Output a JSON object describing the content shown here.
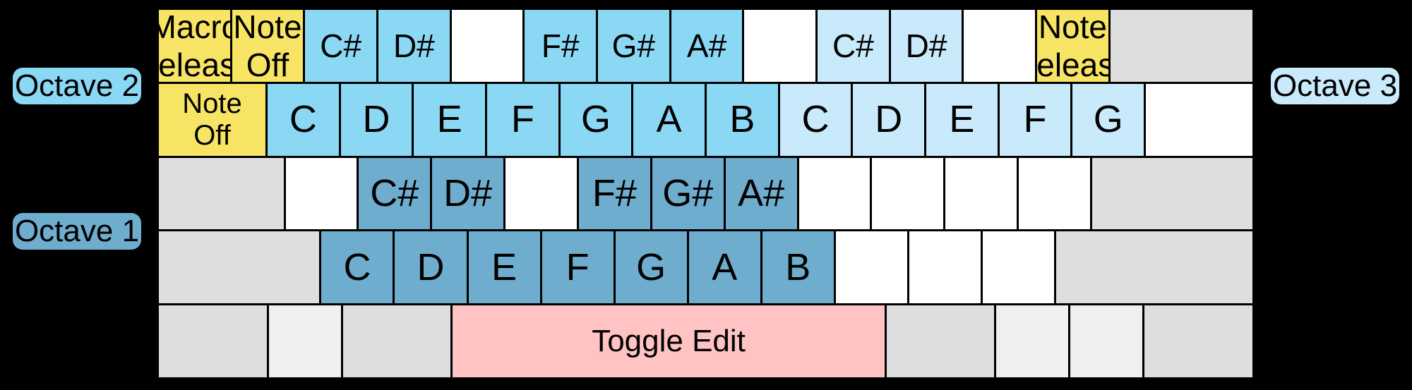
{
  "colors": {
    "background": "#000000",
    "white_key": "#ffffff",
    "gray_key": "#dedede",
    "light_gray_key": "#efefef",
    "yellow_key": "#f7e464",
    "pink_key": "#ffc3c3",
    "octave1": "#6fadce",
    "octave2": "#8bd8f5",
    "octave3": "#c9eafb"
  },
  "labels": {
    "octave1": "Octave 1",
    "octave2": "Octave 2",
    "octave3": "Octave 3"
  },
  "keyboard": {
    "rows": [
      {
        "name": "number-row",
        "keys": [
          {
            "name": "key-macro-release",
            "label": "Macro\nRelease",
            "color": "yellow_key",
            "u": 1,
            "cls": "small"
          },
          {
            "name": "key-note-off-top",
            "label": "Note\nOff",
            "color": "yellow_key",
            "u": 1,
            "cls": "small"
          },
          {
            "name": "key-csharp-oct2",
            "label": "C#",
            "color": "octave2",
            "u": 1
          },
          {
            "name": "key-dsharp-oct2",
            "label": "D#",
            "color": "octave2",
            "u": 1
          },
          {
            "name": "key-unmapped",
            "label": "",
            "color": "white_key",
            "u": 1
          },
          {
            "name": "key-fsharp-oct2",
            "label": "F#",
            "color": "octave2",
            "u": 1
          },
          {
            "name": "key-gsharp-oct2",
            "label": "G#",
            "color": "octave2",
            "u": 1
          },
          {
            "name": "key-asharp-oct2",
            "label": "A#",
            "color": "octave2",
            "u": 1
          },
          {
            "name": "key-unmapped",
            "label": "",
            "color": "white_key",
            "u": 1
          },
          {
            "name": "key-csharp-oct3",
            "label": "C#",
            "color": "octave3",
            "u": 1
          },
          {
            "name": "key-dsharp-oct3",
            "label": "D#",
            "color": "octave3",
            "u": 1
          },
          {
            "name": "key-unmapped",
            "label": "",
            "color": "white_key",
            "u": 1
          },
          {
            "name": "key-note-release",
            "label": "Note\nRelease",
            "color": "yellow_key",
            "u": 1,
            "cls": "small"
          },
          {
            "name": "key-backspace",
            "label": "",
            "color": "gray_key",
            "u": 2
          }
        ]
      },
      {
        "name": "qwerty-row",
        "keys": [
          {
            "name": "key-note-off-tab",
            "label": "Note\nOff",
            "color": "yellow_key",
            "u": 1.5,
            "cls": "medium"
          },
          {
            "name": "key-c-oct2",
            "label": "C",
            "color": "octave2",
            "u": 1
          },
          {
            "name": "key-d-oct2",
            "label": "D",
            "color": "octave2",
            "u": 1
          },
          {
            "name": "key-e-oct2",
            "label": "E",
            "color": "octave2",
            "u": 1
          },
          {
            "name": "key-f-oct2",
            "label": "F",
            "color": "octave2",
            "u": 1
          },
          {
            "name": "key-g-oct2",
            "label": "G",
            "color": "octave2",
            "u": 1
          },
          {
            "name": "key-a-oct2",
            "label": "A",
            "color": "octave2",
            "u": 1
          },
          {
            "name": "key-b-oct2",
            "label": "B",
            "color": "octave2",
            "u": 1
          },
          {
            "name": "key-c-oct3",
            "label": "C",
            "color": "octave3",
            "u": 1
          },
          {
            "name": "key-d-oct3",
            "label": "D",
            "color": "octave3",
            "u": 1
          },
          {
            "name": "key-e-oct3",
            "label": "E",
            "color": "octave3",
            "u": 1
          },
          {
            "name": "key-f-oct3",
            "label": "F",
            "color": "octave3",
            "u": 1
          },
          {
            "name": "key-g-oct3",
            "label": "G",
            "color": "octave3",
            "u": 1
          },
          {
            "name": "key-unmapped",
            "label": "",
            "color": "white_key",
            "u": 1.5
          }
        ]
      },
      {
        "name": "home-row",
        "keys": [
          {
            "name": "key-capslock",
            "label": "",
            "color": "gray_key",
            "u": 1.75
          },
          {
            "name": "key-unmapped",
            "label": "",
            "color": "white_key",
            "u": 1
          },
          {
            "name": "key-csharp-oct1",
            "label": "C#",
            "color": "octave1",
            "u": 1
          },
          {
            "name": "key-dsharp-oct1",
            "label": "D#",
            "color": "octave1",
            "u": 1
          },
          {
            "name": "key-unmapped",
            "label": "",
            "color": "white_key",
            "u": 1
          },
          {
            "name": "key-fsharp-oct1",
            "label": "F#",
            "color": "octave1",
            "u": 1
          },
          {
            "name": "key-gsharp-oct1",
            "label": "G#",
            "color": "octave1",
            "u": 1
          },
          {
            "name": "key-asharp-oct1",
            "label": "A#",
            "color": "octave1",
            "u": 1
          },
          {
            "name": "key-unmapped",
            "label": "",
            "color": "white_key",
            "u": 1
          },
          {
            "name": "key-unmapped",
            "label": "",
            "color": "white_key",
            "u": 1
          },
          {
            "name": "key-unmapped",
            "label": "",
            "color": "white_key",
            "u": 1
          },
          {
            "name": "key-unmapped",
            "label": "",
            "color": "white_key",
            "u": 1
          },
          {
            "name": "key-enter",
            "label": "",
            "color": "gray_key",
            "u": 2.25
          }
        ]
      },
      {
        "name": "shift-row",
        "keys": [
          {
            "name": "key-left-shift",
            "label": "",
            "color": "gray_key",
            "u": 2.25
          },
          {
            "name": "key-c-oct1",
            "label": "C",
            "color": "octave1",
            "u": 1
          },
          {
            "name": "key-d-oct1",
            "label": "D",
            "color": "octave1",
            "u": 1
          },
          {
            "name": "key-e-oct1",
            "label": "E",
            "color": "octave1",
            "u": 1
          },
          {
            "name": "key-f-oct1",
            "label": "F",
            "color": "octave1",
            "u": 1
          },
          {
            "name": "key-g-oct1",
            "label": "G",
            "color": "octave1",
            "u": 1
          },
          {
            "name": "key-a-oct1",
            "label": "A",
            "color": "octave1",
            "u": 1
          },
          {
            "name": "key-b-oct1",
            "label": "B",
            "color": "octave1",
            "u": 1
          },
          {
            "name": "key-unmapped",
            "label": "",
            "color": "white_key",
            "u": 1
          },
          {
            "name": "key-unmapped",
            "label": "",
            "color": "white_key",
            "u": 1
          },
          {
            "name": "key-unmapped",
            "label": "",
            "color": "white_key",
            "u": 1
          },
          {
            "name": "key-right-shift",
            "label": "",
            "color": "gray_key",
            "u": 2.75
          }
        ]
      },
      {
        "name": "bottom-row",
        "keys": [
          {
            "name": "key-left-ctrl",
            "label": "",
            "color": "gray_key",
            "u": 1.5
          },
          {
            "name": "key-left-win",
            "label": "",
            "color": "light_gray_key",
            "u": 1
          },
          {
            "name": "key-left-alt",
            "label": "",
            "color": "gray_key",
            "u": 1.5
          },
          {
            "name": "key-toggle-edit-space",
            "label": "Toggle Edit",
            "color": "pink_key",
            "u": 6,
            "cls": "space"
          },
          {
            "name": "key-right-alt",
            "label": "",
            "color": "gray_key",
            "u": 1.5
          },
          {
            "name": "key-right-win",
            "label": "",
            "color": "light_gray_key",
            "u": 1
          },
          {
            "name": "key-menu",
            "label": "",
            "color": "light_gray_key",
            "u": 1
          },
          {
            "name": "key-right-ctrl",
            "label": "",
            "color": "gray_key",
            "u": 1.5
          }
        ]
      }
    ]
  }
}
